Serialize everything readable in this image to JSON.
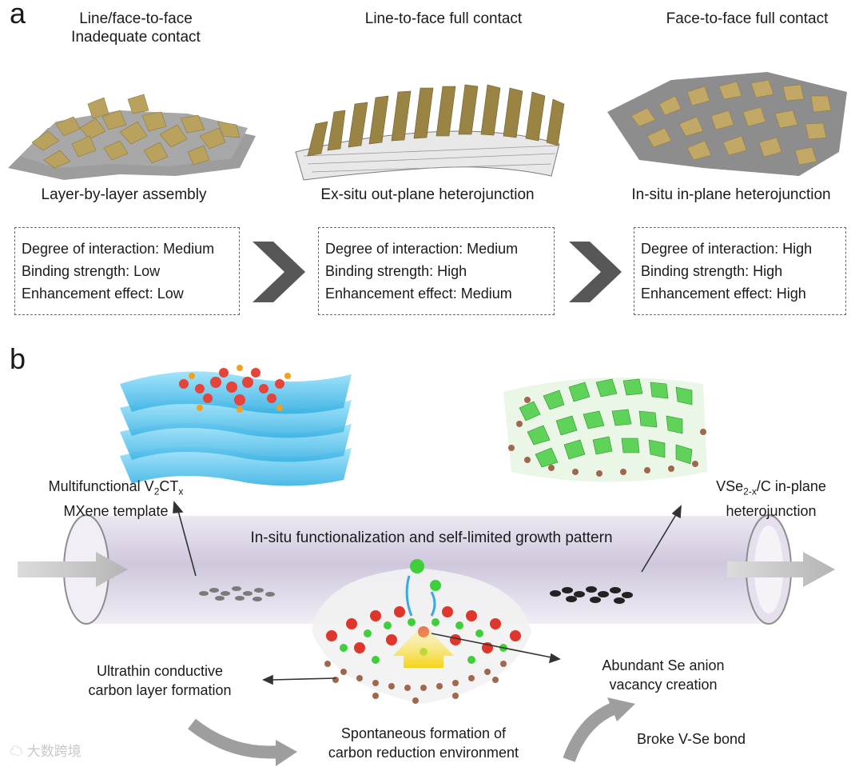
{
  "panel_a": {
    "letter": "a",
    "columns": [
      {
        "title_line1": "Line/face-to-face",
        "title_line2": "Inadequate contact",
        "subtitle": "Layer-by-layer assembly",
        "properties": [
          "Degree of interaction: Medium",
          "Binding strength: Low",
          "Enhancement effect: Low"
        ]
      },
      {
        "title_line1": "Line-to-face full contact",
        "title_line2": "",
        "subtitle": "Ex-situ out-plane heterojunction",
        "properties": [
          "Degree of interaction: Medium",
          "Binding strength: High",
          "Enhancement effect: Medium"
        ]
      },
      {
        "title_line1": "Face-to-face full contact",
        "title_line2": "",
        "subtitle": "In-situ in-plane heterojunction",
        "properties": [
          "Degree of interaction: High",
          "Binding strength: High",
          "Enhancement effect: High"
        ]
      }
    ]
  },
  "panel_b": {
    "letter": "b",
    "template_label_line1_prefix": "Multifunctional V",
    "template_label_sub1": "2",
    "template_label_mid": "CT",
    "template_label_sub2": "x",
    "template_label_line2": "MXene template",
    "product_label_prefix": "VSe",
    "product_label_sub": "2-x",
    "product_label_suffix": "/C in-plane",
    "product_label_line2": "heterojunction",
    "tube_label": "In-situ functionalization and self-limited growth pattern",
    "carbon_label_line1": "Ultrathin conductive",
    "carbon_label_line2": "carbon layer formation",
    "vacancy_label_line1": "Abundant Se anion",
    "vacancy_label_line2": "vacancy creation",
    "reduction_label_line1": "Spontaneous formation of",
    "reduction_label_line2": "carbon reduction environment",
    "bond_label": "Broke V-Se bond"
  },
  "watermark": "大数跨境",
  "colors": {
    "flake_gold": "#b9a15e",
    "sheet_gray": "#8c8c8c",
    "arrow_gray": "#555555",
    "mxene_blue": "#5ec8ee",
    "product_green": "#5fd25a",
    "tube_purple": "#c9bfd8",
    "se_red": "#e0352b"
  }
}
